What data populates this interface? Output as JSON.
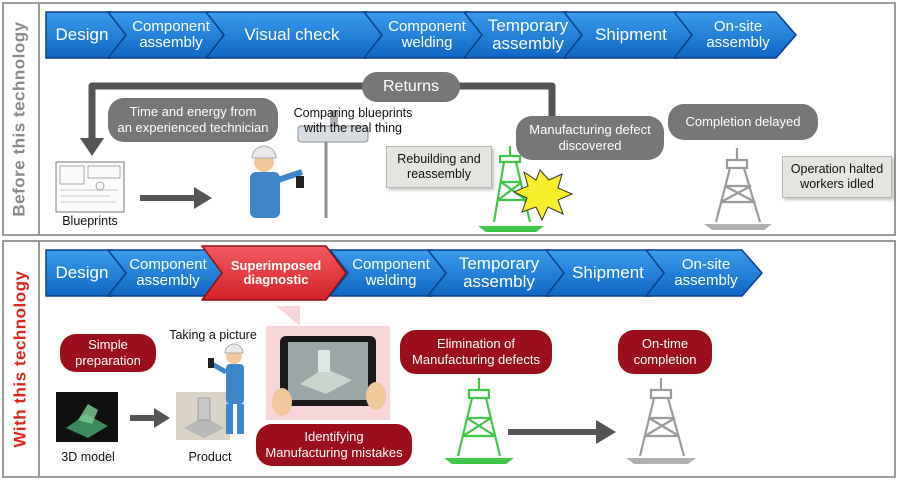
{
  "colors": {
    "step_fill": "#1e7fd8",
    "step_highlight": "#e8323a",
    "bubble_gray": "#777777",
    "bubble_red": "#9b0f1c",
    "arrow_gray": "#555555",
    "tower_green": "#3fc54a",
    "tower_gray": "#9a9a9a"
  },
  "before": {
    "side_label": "Before this technology",
    "side_label_color": "#8a8a8a",
    "steps": [
      {
        "label": "Design",
        "size": "lg"
      },
      {
        "label": "Component\nassembly",
        "size": "sm"
      },
      {
        "label": "Visual check",
        "size": "lg"
      },
      {
        "label": "Component\nwelding",
        "size": "sm"
      },
      {
        "label": "Temporary\nassembly",
        "size": "lg"
      },
      {
        "label": "Shipment",
        "size": "lg"
      },
      {
        "label": "On-site\nassembly",
        "size": "sm"
      }
    ],
    "returns_label": "Returns",
    "technician_bubble": "Time and energy from\nan experienced technician",
    "comparing_label": "Comparing blueprints\nwith the real thing",
    "defect_bubble": "Manufacturing defect\ndiscovered",
    "rebuild_note": "Rebuilding and\nreassembly",
    "completion_bubble": "Completion delayed",
    "halted_note": "Operation halted\nworkers idled",
    "blueprints_label": "Blueprints"
  },
  "after": {
    "side_label": "With this technology",
    "side_label_color": "#d9261c",
    "steps": [
      {
        "label": "Design",
        "size": "lg"
      },
      {
        "label": "Component\nassembly",
        "size": "sm"
      },
      {
        "label": "Superimposed\ndiagnostic",
        "size": "hl"
      },
      {
        "label": "Component\nwelding",
        "size": "sm"
      },
      {
        "label": "Temporary\nassembly",
        "size": "lg"
      },
      {
        "label": "Shipment",
        "size": "lg"
      },
      {
        "label": "On-site\nassembly",
        "size": "sm"
      }
    ],
    "simple_prep_bubble": "Simple\npreparation",
    "taking_picture_label": "Taking a picture",
    "elimination_bubble": "Elimination of\nManufacturing defects",
    "ontime_bubble": "On-time\ncompletion",
    "identifying_bubble": "Identifying\nManufacturing mistakes",
    "model_label": "3D model",
    "product_label": "Product"
  }
}
